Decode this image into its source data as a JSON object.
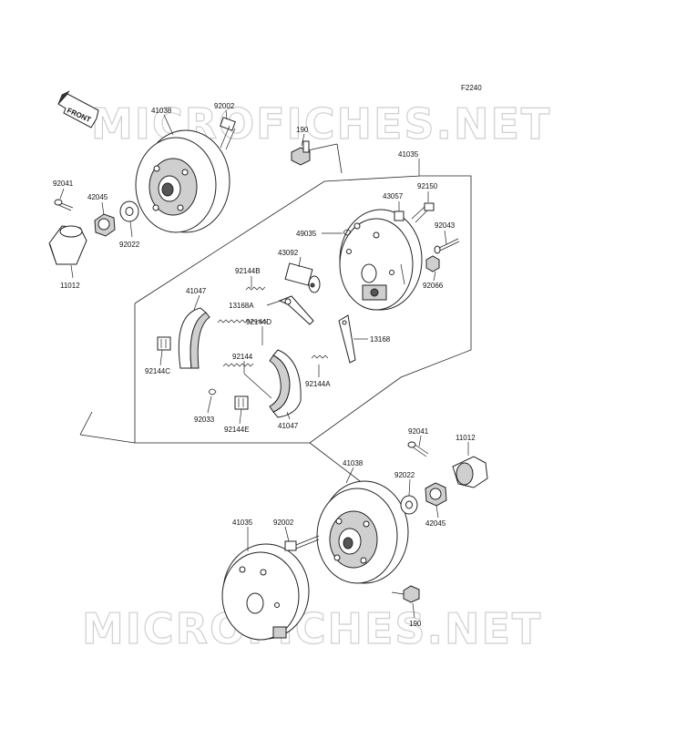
{
  "figure_code": "F2240",
  "watermark": "MICROFICHES.NET",
  "front_arrow_label": "FRONT",
  "labels": {
    "p41038_top": "41038",
    "p92002_top": "92002",
    "p190_top": "190",
    "p41035_top": "41035",
    "p92041_left": "92041",
    "p42045_left": "42045",
    "p92022_left": "92022",
    "p11012_left": "11012",
    "p43057": "43057",
    "p92150": "92150",
    "p92043": "92043",
    "p49035": "49035",
    "p43092": "43092",
    "p92066": "92066",
    "p92144B": "92144B",
    "p41047_top": "41047",
    "p13168A": "13168A",
    "p92144D": "92144D",
    "p13168": "13168",
    "p92144C": "92144C",
    "p92144": "92144",
    "p92144A": "92144A",
    "p92033": "92033",
    "p92144E": "92144E",
    "p41047_bot": "41047",
    "p92041_right": "92041",
    "p11012_right": "11012",
    "p41038_bot": "41038",
    "p92022_right": "92022",
    "p42045_right": "42045",
    "p41035_bot": "41035",
    "p92002_bot": "92002",
    "p190_bot": "190"
  }
}
